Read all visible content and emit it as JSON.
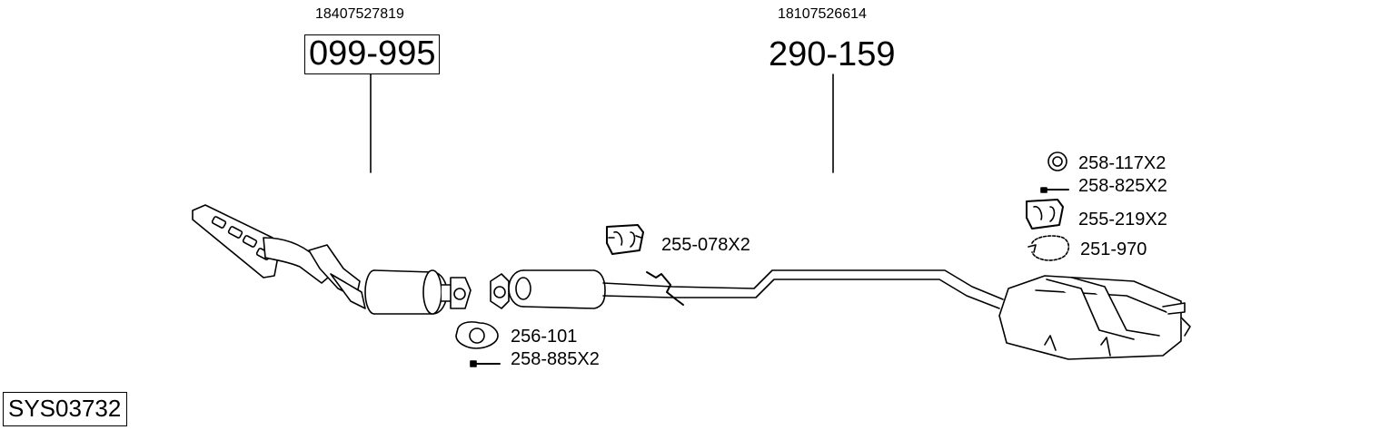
{
  "parts": {
    "front": {
      "oem_number": "18407527819",
      "part_number": "099-995"
    },
    "rear": {
      "oem_number": "18107526614",
      "part_number": "290-159"
    }
  },
  "accessories": {
    "hanger_front": "255-078X2",
    "gasket_front": "256-101",
    "bolt_front": "258-885X2",
    "ring_rear": "258-117X2",
    "bolt_rear": "258-825X2",
    "hanger_rear": "255-219X2",
    "clamp_rear": "251-970"
  },
  "system_id": "SYS03732"
}
